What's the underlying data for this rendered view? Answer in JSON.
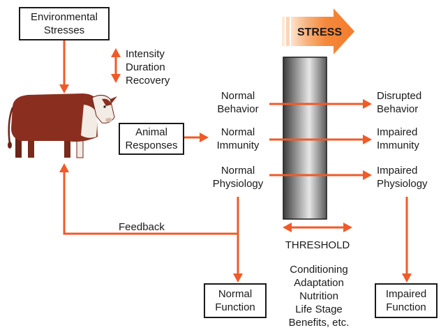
{
  "colors": {
    "arrow": "#f05a28",
    "outline": "#1a1a1a",
    "stress_arrow": "#f5883a"
  },
  "boxes": {
    "environmental_stresses": [
      "Environmental",
      "Stresses"
    ],
    "animal_responses": [
      "Animal",
      "Responses"
    ],
    "normal_function": [
      "Normal",
      "Function"
    ],
    "impaired_function": [
      "Impaired",
      "Function"
    ]
  },
  "stress_factors": [
    "Intensity",
    "Duration",
    "Recovery"
  ],
  "normal_states": {
    "behavior": [
      "Normal",
      "Behavior"
    ],
    "immunity": [
      "Normal",
      "Immunity"
    ],
    "physiology": [
      "Normal",
      "Physiology"
    ]
  },
  "outcomes": {
    "behavior": [
      "Disrupted",
      "Behavior"
    ],
    "immunity": [
      "Impaired",
      "Immunity"
    ],
    "physiology": [
      "Impaired",
      "Physiology"
    ]
  },
  "stress_label": "STRESS",
  "threshold_label": "THRESHOLD",
  "feedback_label": "Feedback",
  "modifiers": [
    "Conditioning",
    "Adaptation",
    "Nutrition",
    "Life Stage",
    "Benefits, etc."
  ],
  "icons": {
    "animal": "cow-icon"
  }
}
